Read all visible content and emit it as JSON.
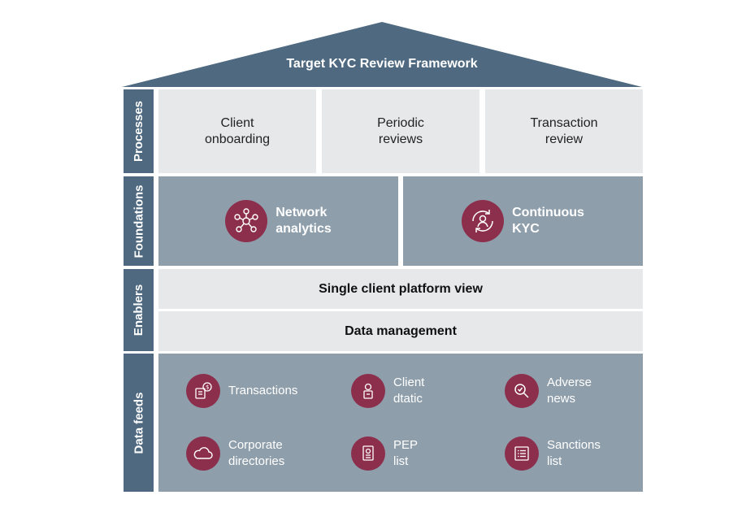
{
  "title": "Target KYC Review Framework",
  "rows": {
    "processes": "Processes",
    "foundations": "Foundations",
    "enablers": "Enablers",
    "data_feeds": "Data feeds"
  },
  "processes": [
    {
      "label": "Client\nonboarding"
    },
    {
      "label": "Periodic\nreviews"
    },
    {
      "label": "Transaction\nreview"
    }
  ],
  "foundations": [
    {
      "label": "Network\nanalytics",
      "icon": "network-icon"
    },
    {
      "label": "Continuous\nKYC",
      "icon": "cycle-person-icon"
    }
  ],
  "enablers": [
    {
      "label": "Single client platform view"
    },
    {
      "label": "Data management"
    }
  ],
  "data_feeds": [
    {
      "label": "Transactions",
      "icon": "transactions-icon"
    },
    {
      "label": "Client\ndtatic",
      "icon": "client-id-icon"
    },
    {
      "label": "Adverse\nnews",
      "icon": "magnifier-icon"
    },
    {
      "label": "Corporate\ndirectories",
      "icon": "cloud-icon"
    },
    {
      "label": "PEP\nlist",
      "icon": "id-badge-icon"
    },
    {
      "label": "Sanctions\nlist",
      "icon": "list-icon"
    }
  ],
  "colors": {
    "roof": "#4f6a80",
    "side": "#4f6a80",
    "light": "#e6e8ea",
    "mid": "#8e9eab",
    "icon_bg": "#8c2f4d"
  }
}
